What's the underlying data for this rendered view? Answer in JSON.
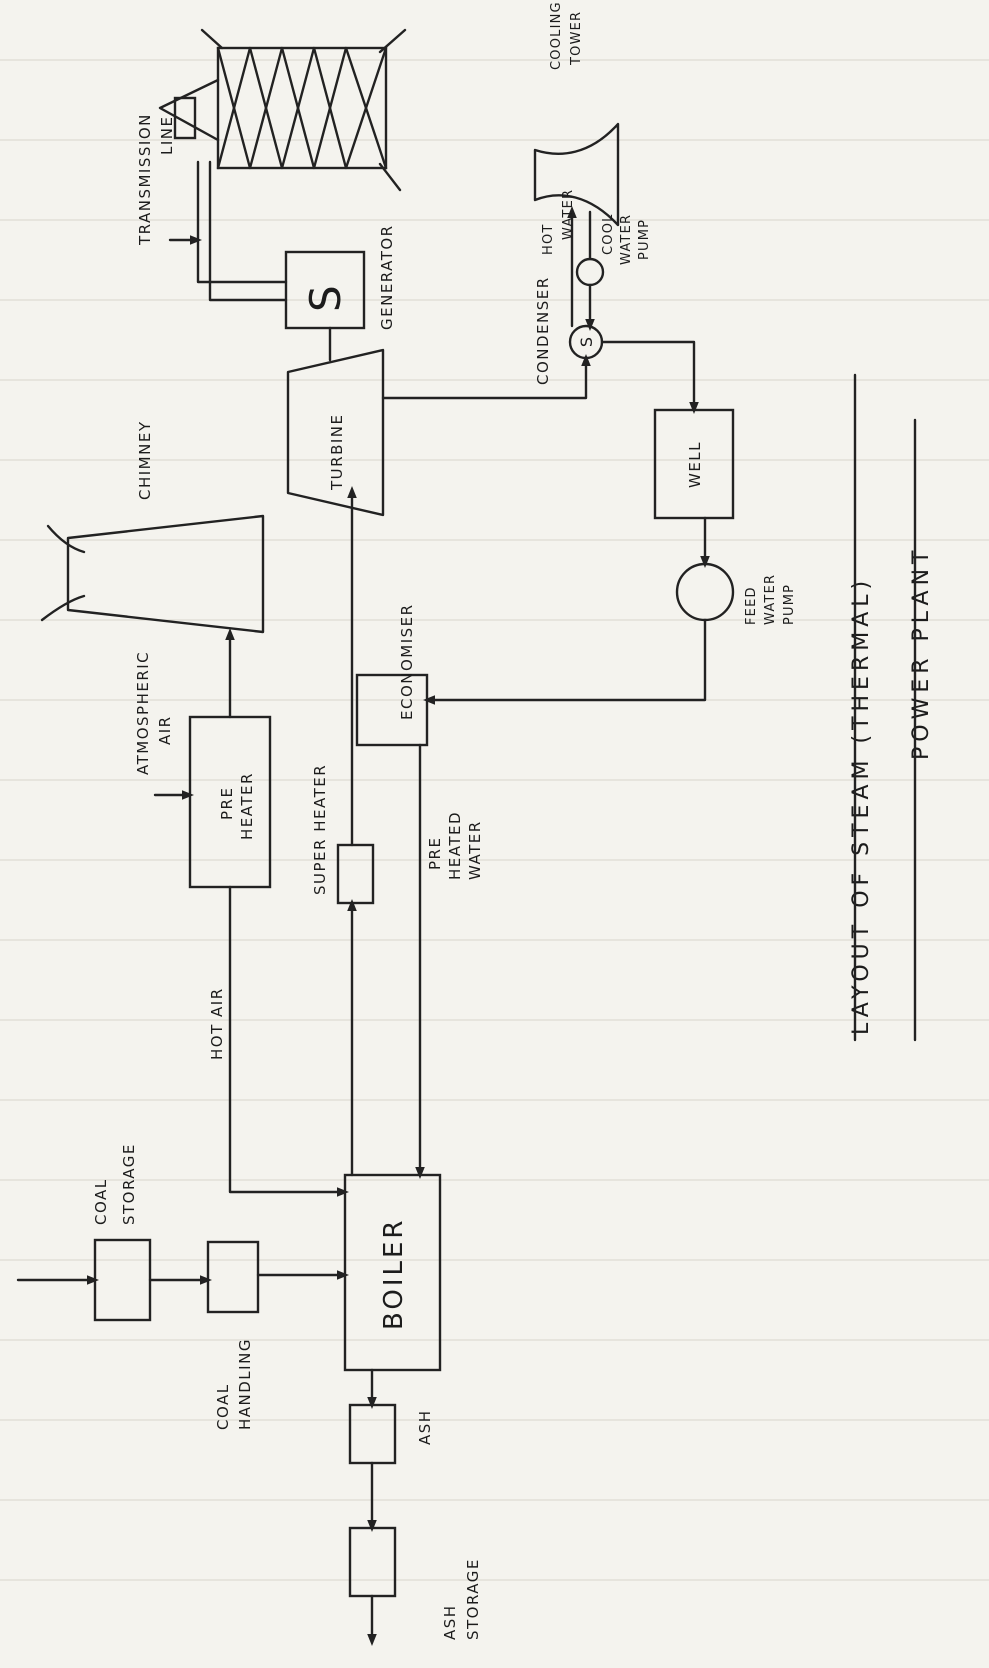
{
  "diagram": {
    "title_line1": "LAYOUT OF STEAM (THERMAL)",
    "title_line2": "POWER PLANT",
    "labels": {
      "coal_storage_1": "COAL",
      "coal_storage_2": "STORAGE",
      "coal_handling_1": "COAL",
      "coal_handling_2": "HANDLING",
      "boiler": "BOILER",
      "ash": "ASH",
      "ash_storage_1": "ASH",
      "ash_storage_2": "STORAGE",
      "hot_air": "HOT AIR",
      "atm_air_1": "ATMOSPHERIC",
      "atm_air_2": "AIR",
      "pre_heater_1": "PRE",
      "pre_heater_2": "HEATER",
      "chimney": "CHIMNEY",
      "super_heater": "SUPER HEATER",
      "pre_heated_1": "PRE",
      "pre_heated_2": "HEATED",
      "pre_heated_3": "WATER",
      "economiser": "ECONOMISER",
      "turbine": "TURBINE",
      "generator_symbol": "S",
      "generator": "GENERATOR",
      "transmission_1": "TRANSMISSION",
      "transmission_2": "LINE",
      "condenser": "CONDENSER",
      "hot_water_1": "HOT",
      "hot_water_2": "WATER",
      "cool_pump_1": "COOL",
      "cool_pump_2": "WATER",
      "cool_pump_3": "PUMP",
      "cooling_tower_1": "COOLING",
      "cooling_tower_2": "TOWER",
      "well": "WELL",
      "feed_pump_1": "FEED",
      "feed_pump_2": "WATER",
      "feed_pump_3": "PUMP"
    }
  }
}
